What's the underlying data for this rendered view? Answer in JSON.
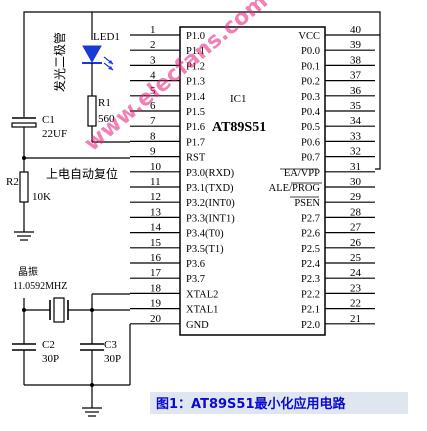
{
  "chip": {
    "name": "AT89S51",
    "ref": "IC1",
    "left_pins": [
      {
        "num": "1",
        "label": "P1.0"
      },
      {
        "num": "2",
        "label": "P1.1"
      },
      {
        "num": "3",
        "label": "P1.2"
      },
      {
        "num": "4",
        "label": "P1.3"
      },
      {
        "num": "5",
        "label": "P1.4"
      },
      {
        "num": "6",
        "label": "P1.5"
      },
      {
        "num": "7",
        "label": "P1.6"
      },
      {
        "num": "8",
        "label": "P1.7"
      },
      {
        "num": "9",
        "label": "RST"
      },
      {
        "num": "10",
        "label": "P3.0(RXD)"
      },
      {
        "num": "11",
        "label": "P3.1(TXD)"
      },
      {
        "num": "12",
        "label": "P3.2(INT0)"
      },
      {
        "num": "13",
        "label": "P3.3(INT1)"
      },
      {
        "num": "14",
        "label": "P3.4(T0)"
      },
      {
        "num": "15",
        "label": "P3.5(T1)"
      },
      {
        "num": "16",
        "label": "P3.6"
      },
      {
        "num": "17",
        "label": "P3.7"
      },
      {
        "num": "18",
        "label": "XTAL2"
      },
      {
        "num": "19",
        "label": "XTAL1"
      },
      {
        "num": "20",
        "label": "GND"
      }
    ],
    "right_pins": [
      {
        "num": "40",
        "label": "VCC"
      },
      {
        "num": "39",
        "label": "P0.0"
      },
      {
        "num": "38",
        "label": "P0.1"
      },
      {
        "num": "37",
        "label": "P0.2"
      },
      {
        "num": "36",
        "label": "P0.3"
      },
      {
        "num": "35",
        "label": "P0.4"
      },
      {
        "num": "34",
        "label": "P0.5"
      },
      {
        "num": "33",
        "label": "P0.6"
      },
      {
        "num": "32",
        "label": "P0.7"
      },
      {
        "num": "31",
        "label": "EA/VPP"
      },
      {
        "num": "30",
        "label": "ALE/PROG"
      },
      {
        "num": "29",
        "label": "PSEN"
      },
      {
        "num": "28",
        "label": "P2.7"
      },
      {
        "num": "27",
        "label": "P2.6"
      },
      {
        "num": "26",
        "label": "P2.5"
      },
      {
        "num": "25",
        "label": "P2.4"
      },
      {
        "num": "24",
        "label": "P2.3"
      },
      {
        "num": "23",
        "label": "P2.2"
      },
      {
        "num": "22",
        "label": "P2.1"
      },
      {
        "num": "21",
        "label": "P2.0"
      }
    ]
  },
  "components": {
    "led_label": "LED1",
    "led_desc": "发光二极管",
    "r1_label": "R1",
    "r1_value": "560",
    "c1_label": "C1",
    "c1_value": "22UF",
    "r2_label": "R2",
    "r2_value": "10K",
    "reset_desc": "上电自动复位",
    "crystal_label": "晶振",
    "crystal_value": "11.0592MHZ",
    "c2_label": "C2",
    "c2_value": "30P",
    "c3_label": "C3",
    "c3_value": "30P"
  },
  "watermark": "www.elecfans.com",
  "caption": "图1：AT89S51最小化应用电路",
  "colors": {
    "wire": "#000000",
    "led": "#1a3ad8",
    "caption": "#0a0ad0",
    "watermark": "#e41c7a"
  }
}
